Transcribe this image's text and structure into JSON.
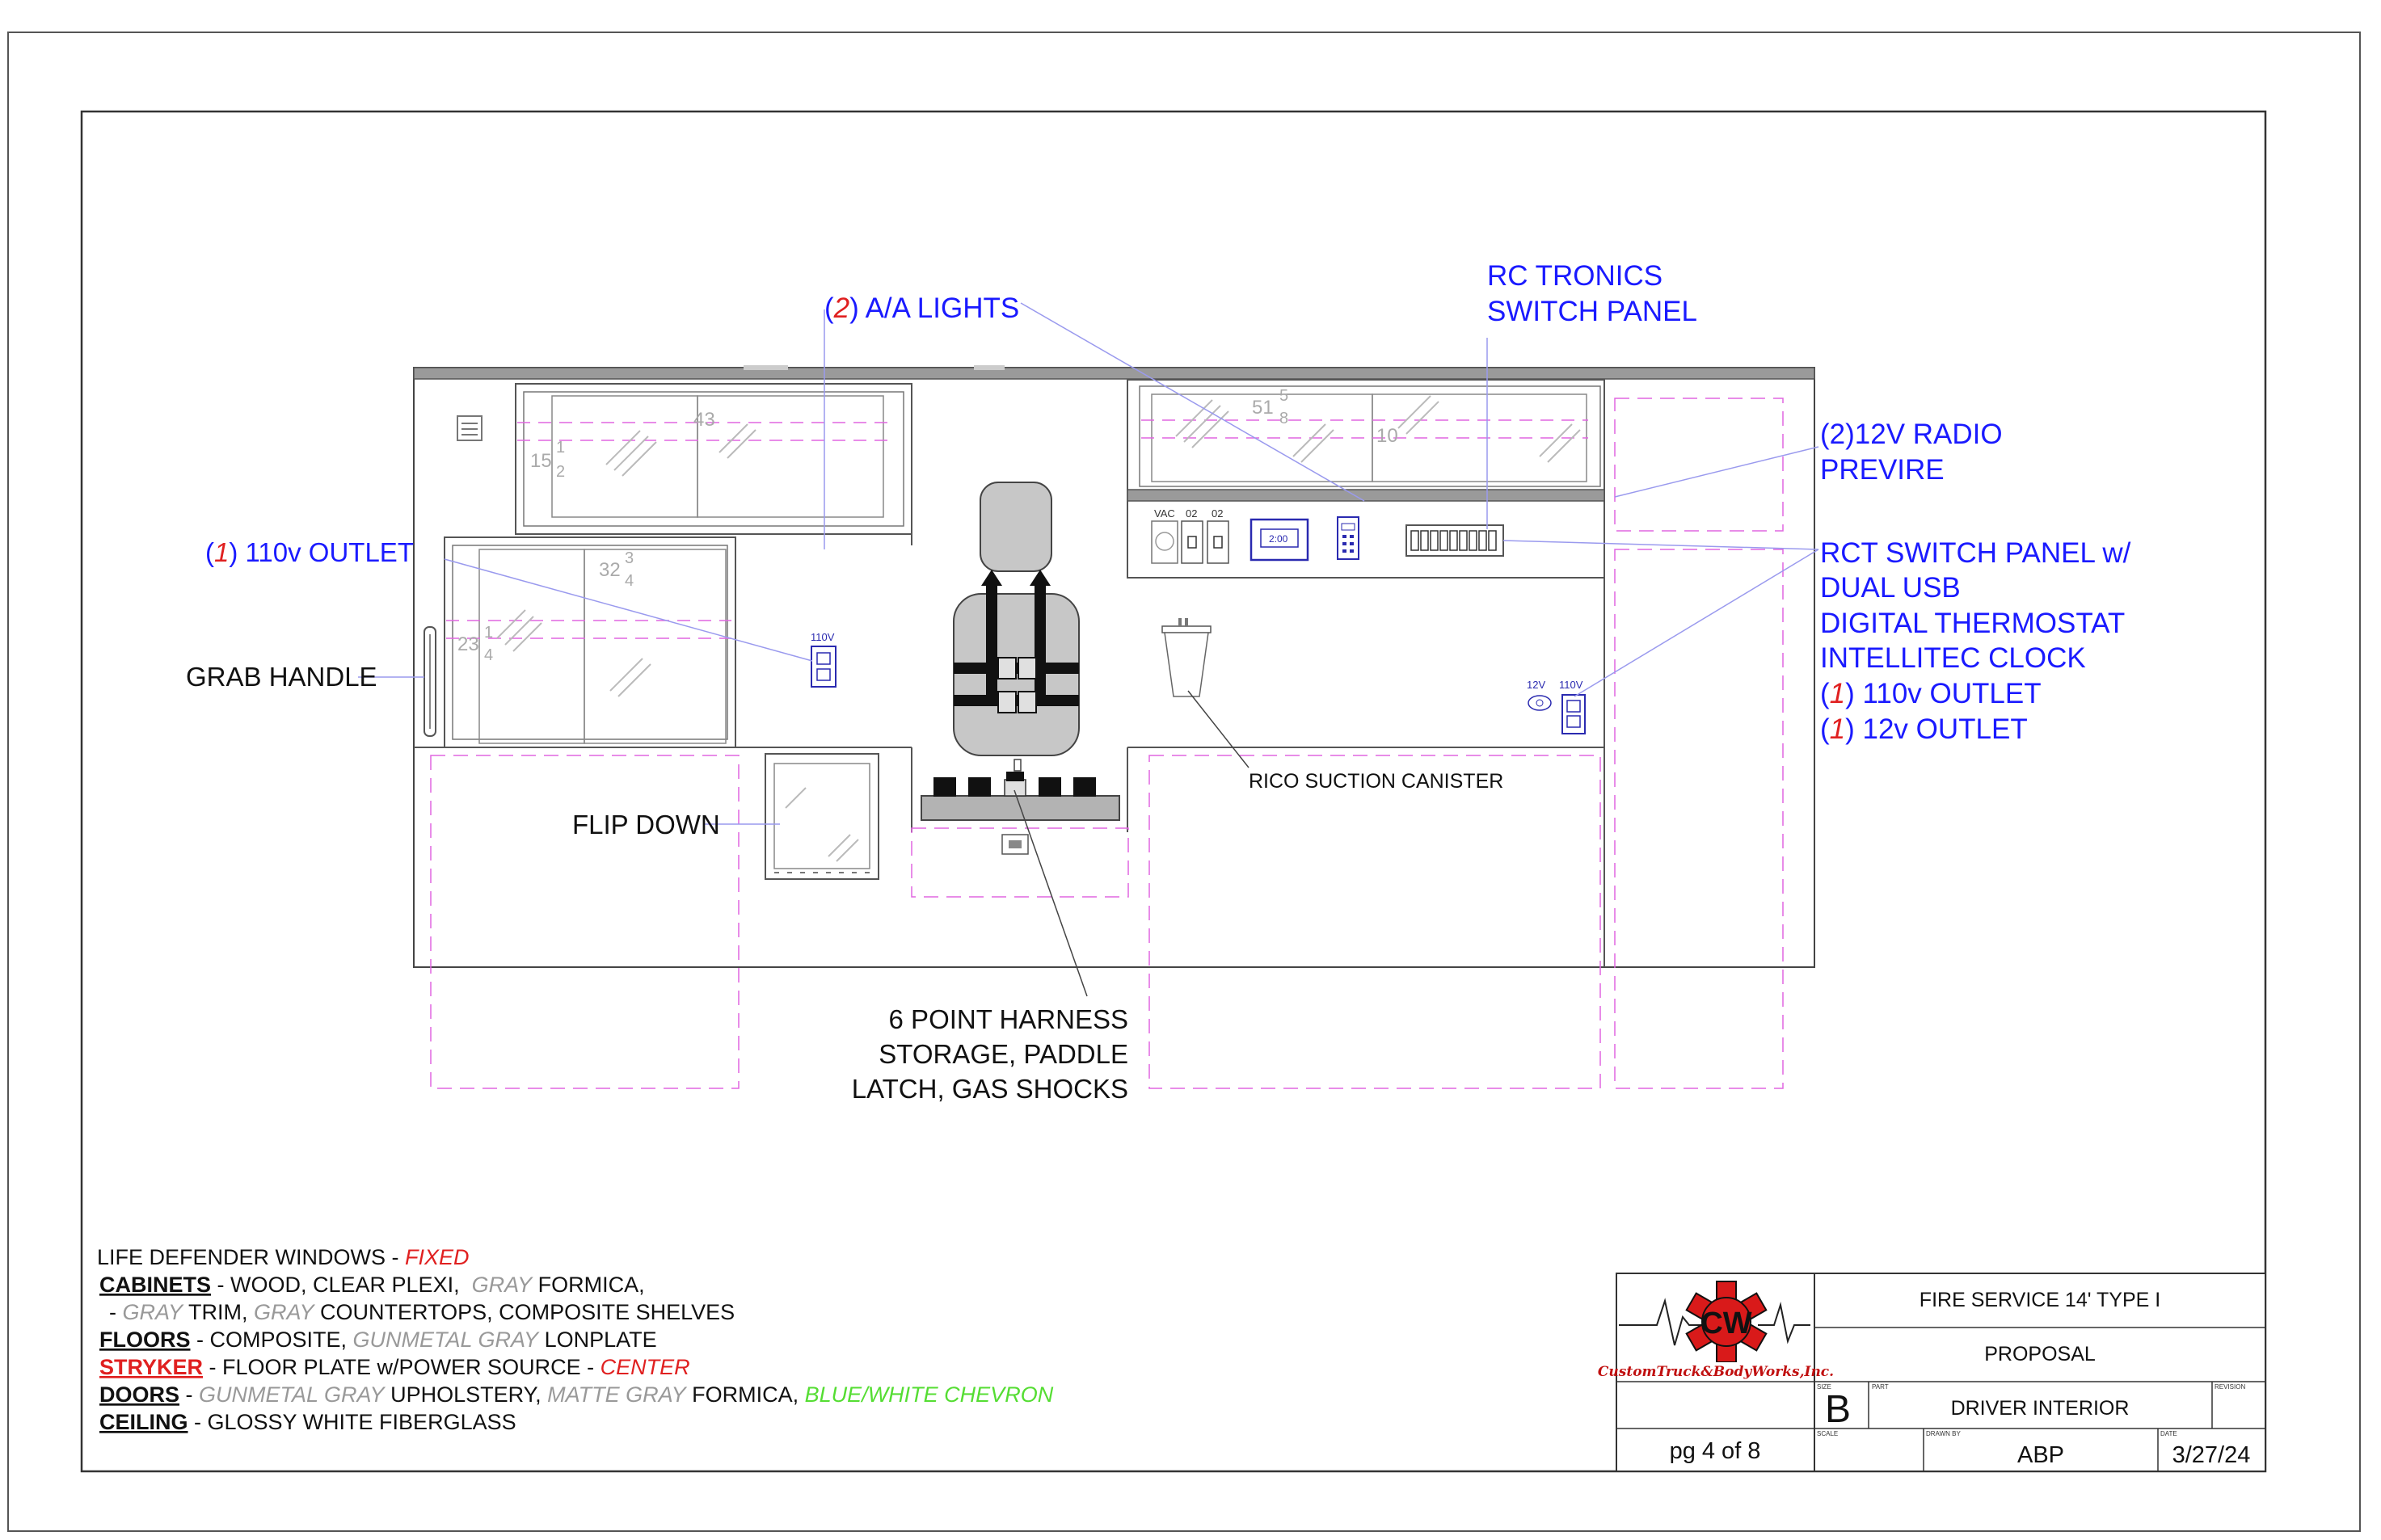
{
  "callouts": {
    "aa_lights": {
      "count": "2",
      "text": ") A/A LIGHTS",
      "open": "("
    },
    "rc_tronics": {
      "line1": "RC TRONICS",
      "line2": "SWITCH PANEL"
    },
    "radio": {
      "line1": "(2)12V RADIO",
      "line2": "PREVIRE"
    },
    "outlet_left": {
      "open": "(",
      "count": "1",
      "text": ") 110v OUTLET"
    },
    "grab_handle": "GRAB HANDLE",
    "flip_down": "FLIP DOWN",
    "rct_panel": {
      "line1": "RCT SWITCH PANEL w/",
      "line2": "DUAL USB",
      "line3": "DIGITAL THERMOSTAT",
      "line4": "INTELLITEC CLOCK",
      "line5_open": "(",
      "line5_count": "1",
      "line5_text": ") 110v OUTLET",
      "line6_open": "(",
      "line6_count": "1",
      "line6_text": ") 12v OUTLET"
    },
    "rico": "RICO SUCTION CANISTER",
    "harness": {
      "line1": "6 POINT HARNESS",
      "line2": "STORAGE, PADDLE",
      "line3": "LATCH, GAS SHOCKS"
    }
  },
  "dimensions": {
    "d43": "43",
    "d15_whole": "15",
    "d15_num": "1",
    "d15_den": "2",
    "d32_whole": "32",
    "d32_num": "3",
    "d32_den": "4",
    "d23_whole": "23",
    "d23_num": "1",
    "d23_den": "4",
    "d51_whole": "51",
    "d51_num": "5",
    "d51_den": "8",
    "d10": "10"
  },
  "panel_labels": {
    "vac": "VAC",
    "sw1": "02",
    "sw2": "02",
    "thermo_display": "2:00",
    "outlet_left_v": "110V",
    "outlet_right_12": "12V",
    "outlet_right_110": "110V"
  },
  "notes": [
    {
      "key": "",
      "line": [
        [
          "LIFE DEFENDER WINDOWS - ",
          "black"
        ],
        [
          "FIXED",
          "red-italic"
        ]
      ]
    },
    {
      "key": "CABINETS",
      "key_color": "black",
      "line": [
        [
          " - WOOD, CLEAR PLEXI,  ",
          "black"
        ],
        [
          "GRAY",
          "gray-italic"
        ],
        [
          " FORMICA,",
          "black"
        ]
      ]
    },
    {
      "key": "",
      "line": [
        [
          "  - ",
          "black"
        ],
        [
          "GRAY",
          "gray-italic"
        ],
        [
          " TRIM, ",
          "black"
        ],
        [
          "GRAY",
          "gray-italic"
        ],
        [
          " COUNTERTOPS, COMPOSITE SHELVES",
          "black"
        ]
      ]
    },
    {
      "key": "FLOORS",
      "key_color": "black",
      "line": [
        [
          " - COMPOSITE, ",
          "black"
        ],
        [
          "GUNMETAL GRAY",
          "gray-italic"
        ],
        [
          " LONPLATE",
          "black"
        ]
      ]
    },
    {
      "key": "STRYKER",
      "key_color": "red",
      "line": [
        [
          " - FLOOR PLATE w/POWER SOURCE - ",
          "black"
        ],
        [
          "CENTER",
          "red-italic"
        ]
      ]
    },
    {
      "key": "DOORS",
      "key_color": "black",
      "line": [
        [
          " - ",
          "black"
        ],
        [
          "GUNMETAL GRAY",
          "gray-italic"
        ],
        [
          " UPHOLSTERY, ",
          "black"
        ],
        [
          "MATTE GRAY",
          "gray-italic"
        ],
        [
          " FORMICA, ",
          "black"
        ],
        [
          "BLUE/WHITE CHEVRON",
          "green-italic"
        ]
      ]
    },
    {
      "key": "CEILING",
      "key_color": "black",
      "line": [
        [
          " - GLOSSY WHITE FIBERGLASS",
          "black"
        ]
      ]
    }
  ],
  "title_block": {
    "logo_text": "CustomTruck&BodyWorks,Inc.",
    "logo_letters": "CW",
    "row1": "FIRE SERVICE 14' TYPE I",
    "row2": "PROPOSAL",
    "size_label": "SIZE",
    "size": "B",
    "part_label": "PART",
    "part": "DRIVER INTERIOR",
    "revision_label": "REVISION",
    "page": "pg 4 of 8",
    "scale_label": "SCALE",
    "drawn_label": "DRAWN BY",
    "drawn": "ABP",
    "date_label": "DATE",
    "date": "3/27/24"
  },
  "colors": {
    "callout_blue": "#1a1aff",
    "accent_red": "#e02020",
    "gray_text": "#999999",
    "green_text": "#55dd33",
    "dashed_magenta": "#e066e0",
    "leader_line": "#9a9aee"
  }
}
